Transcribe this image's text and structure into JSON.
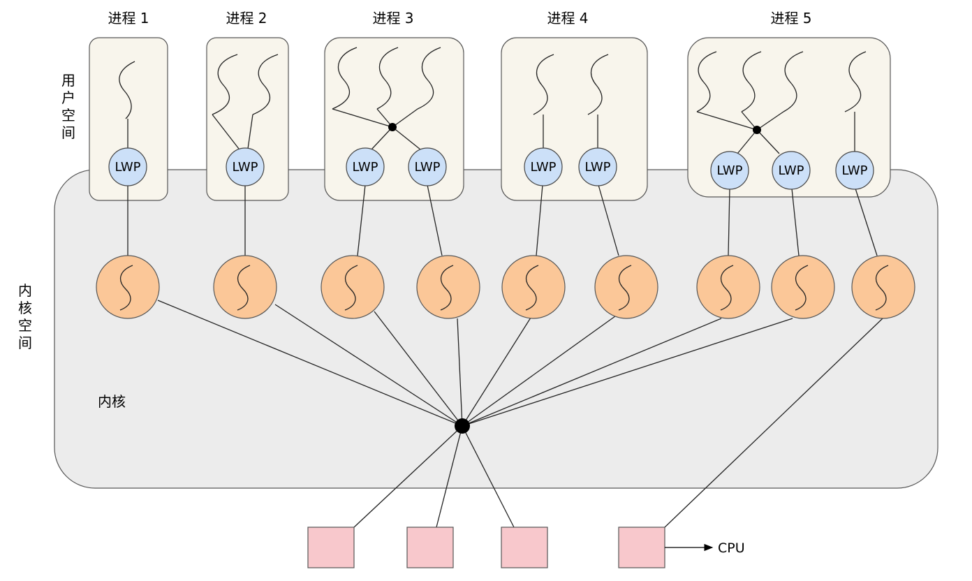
{
  "processes": [
    {
      "title": "进程 1"
    },
    {
      "title": "进程 2"
    },
    {
      "title": "进程 3"
    },
    {
      "title": "进程 4"
    },
    {
      "title": "进程 5"
    }
  ],
  "user_space_label": "用户空间",
  "kernel_space_label": "内核空间",
  "kernel_label": "内核",
  "lwp_label": "LWP",
  "cpu_label": "CPU",
  "colors": {
    "process_box": "#f8f5ec",
    "kernel_area": "#ececec",
    "lwp_fill": "#cce0f8",
    "kernel_thread_fill": "#fbc798",
    "cpu_fill": "#f8c8cc",
    "stroke": "#000000"
  }
}
